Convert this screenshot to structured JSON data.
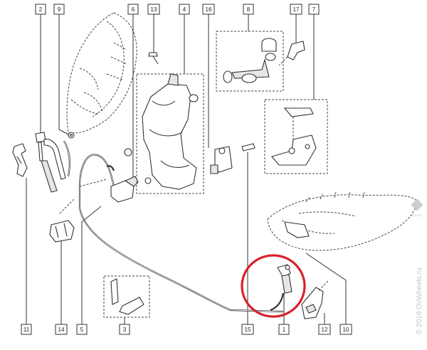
{
  "callouts": [
    {
      "id": "c2",
      "label": "2"
    },
    {
      "id": "c9",
      "label": "9"
    },
    {
      "id": "c6",
      "label": "6"
    },
    {
      "id": "c13",
      "label": "13"
    },
    {
      "id": "c4",
      "label": "4"
    },
    {
      "id": "c16",
      "label": "16"
    },
    {
      "id": "c8",
      "label": "8"
    },
    {
      "id": "c17",
      "label": "17"
    },
    {
      "id": "c7",
      "label": "7"
    },
    {
      "id": "c11",
      "label": "11"
    },
    {
      "id": "c14",
      "label": "14"
    },
    {
      "id": "c5",
      "label": "5"
    },
    {
      "id": "c3",
      "label": "3"
    },
    {
      "id": "c15",
      "label": "15"
    },
    {
      "id": "c1",
      "label": "1"
    },
    {
      "id": "c12",
      "label": "12"
    },
    {
      "id": "c10",
      "label": "10"
    }
  ],
  "watermark": {
    "text": "© 2019 OnWheels.ru",
    "brand_text": "RENAULT"
  },
  "colors": {
    "highlight_circle": "#d9202a",
    "line": "#333333"
  }
}
